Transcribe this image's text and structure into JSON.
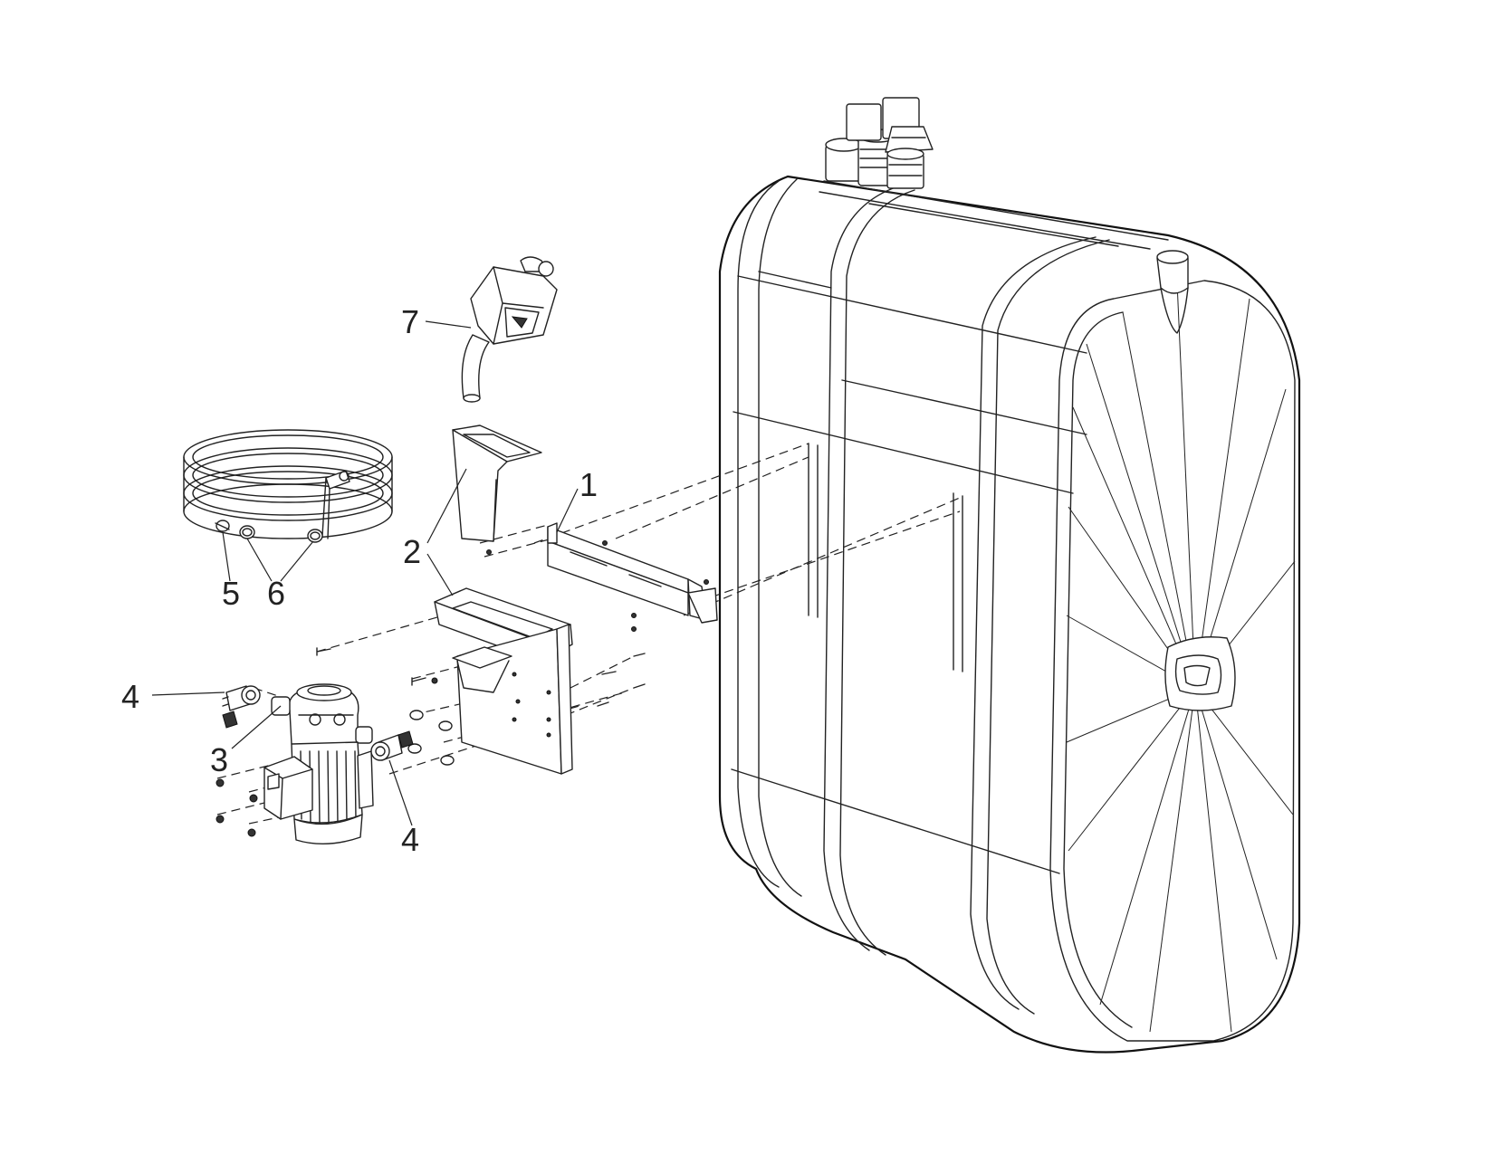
{
  "callouts": [
    {
      "id": "1",
      "label": "1"
    },
    {
      "id": "2",
      "label": "2"
    },
    {
      "id": "3",
      "label": "3"
    },
    {
      "id": "4a",
      "label": "4"
    },
    {
      "id": "4b",
      "label": "4"
    },
    {
      "id": "5",
      "label": "5"
    },
    {
      "id": "6",
      "label": "6"
    },
    {
      "id": "7",
      "label": "7"
    }
  ]
}
